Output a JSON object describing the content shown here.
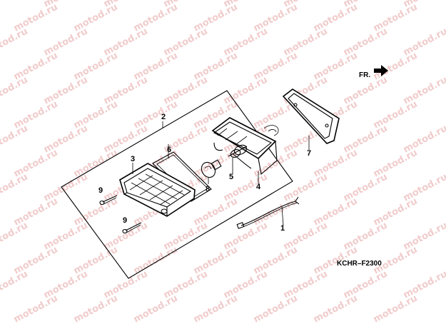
{
  "watermark": {
    "text": "motod.ru"
  },
  "orientation": {
    "label": "FR."
  },
  "diagram_code": "KCHR–F2300",
  "callouts": {
    "c1": "1",
    "c2": "2",
    "c3": "3",
    "c4": "4",
    "c5": "5",
    "c6": "6",
    "c7": "7",
    "c8": "8",
    "c9a": "9",
    "c9b": "9"
  }
}
